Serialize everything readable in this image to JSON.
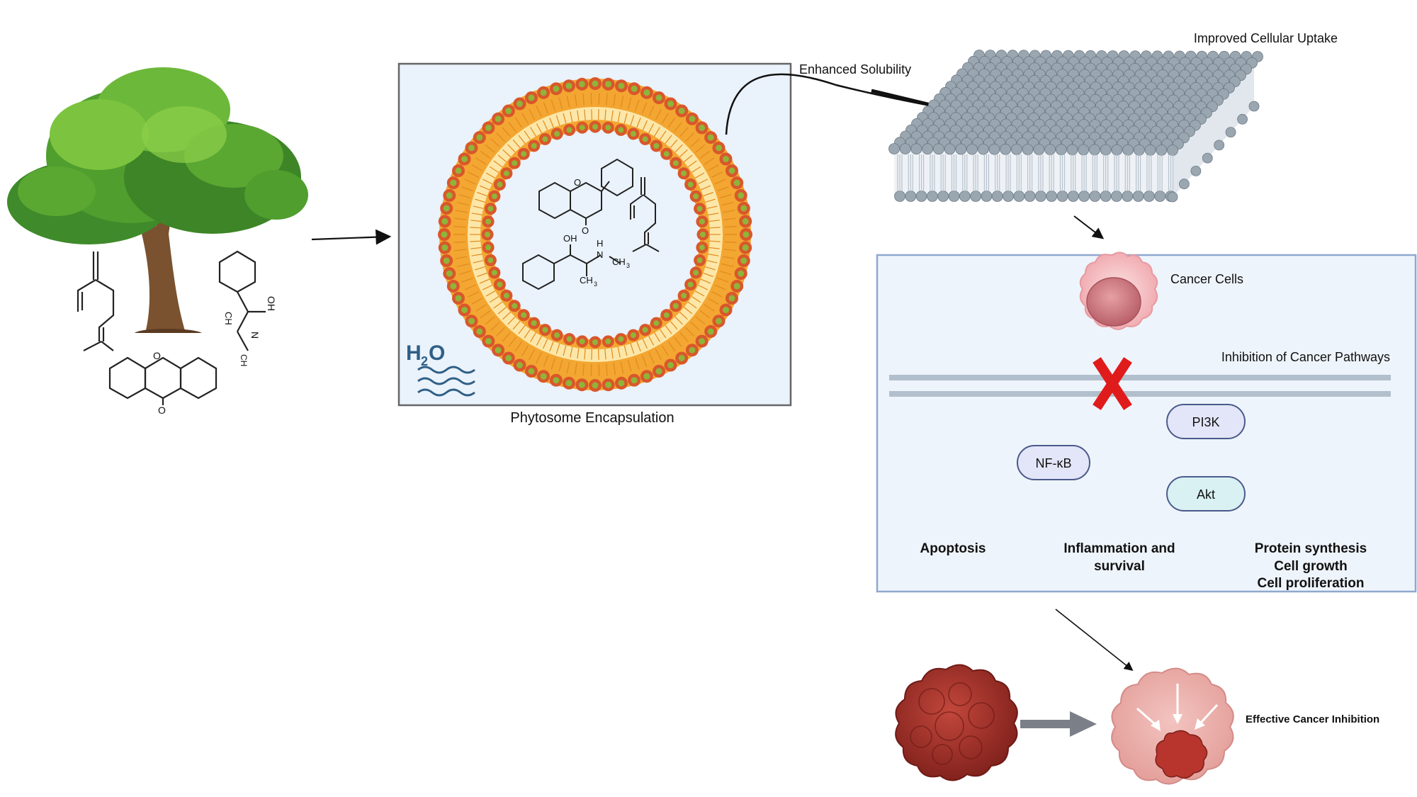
{
  "labels": {
    "h2o_main": "H",
    "h2o_sub": "2",
    "h2o_tail": "O",
    "phytosome_caption": "Phytosome Encapsulation",
    "enhanced_solubility": "Enhanced Solubility",
    "improved_uptake": "Improved Cellular Uptake",
    "cancer_cells": "Cancer Cells",
    "inhibition_pathways": "Inhibition of Cancer Pathways",
    "effective_inhibition": "Effective Cancer Inhibition"
  },
  "molecule_labels": {
    "oh": "OH",
    "ch3": "CH",
    "ch3_sub": "3",
    "nh": "H",
    "n": "N",
    "o": "O"
  },
  "pathway_nodes": {
    "pi3k": "PI3K",
    "nfkb": "NF-κB",
    "akt": "Akt"
  },
  "outcomes": {
    "apoptosis": "Apoptosis",
    "inflammation_line1": "Inflammation and",
    "inflammation_line2": "survival",
    "protein_line1": "Protein synthesis",
    "protein_line2": "Cell growth",
    "protein_line3": "Cell proliferation"
  },
  "colors": {
    "panel_fill": "#eaf2fb",
    "panel_border_inner": "#666666",
    "panel_border_pathway": "#8fa8cf",
    "lipid_head_orange": "#d9572b",
    "lipid_head_green": "#8fb43a",
    "lipid_tail": "#f2a531",
    "lipid_core": "#fde7a8",
    "membrane_head": "#9aa6b0",
    "cancer_pink": "#f2b8bd",
    "tumor_red": "#a8322a",
    "x_red": "#e01b1b",
    "pi3k_fill": "#e3e6f8",
    "akt_fill": "#d9f1f3",
    "node_border": "#4a5a8a",
    "water_blue": "#2f5f86"
  }
}
